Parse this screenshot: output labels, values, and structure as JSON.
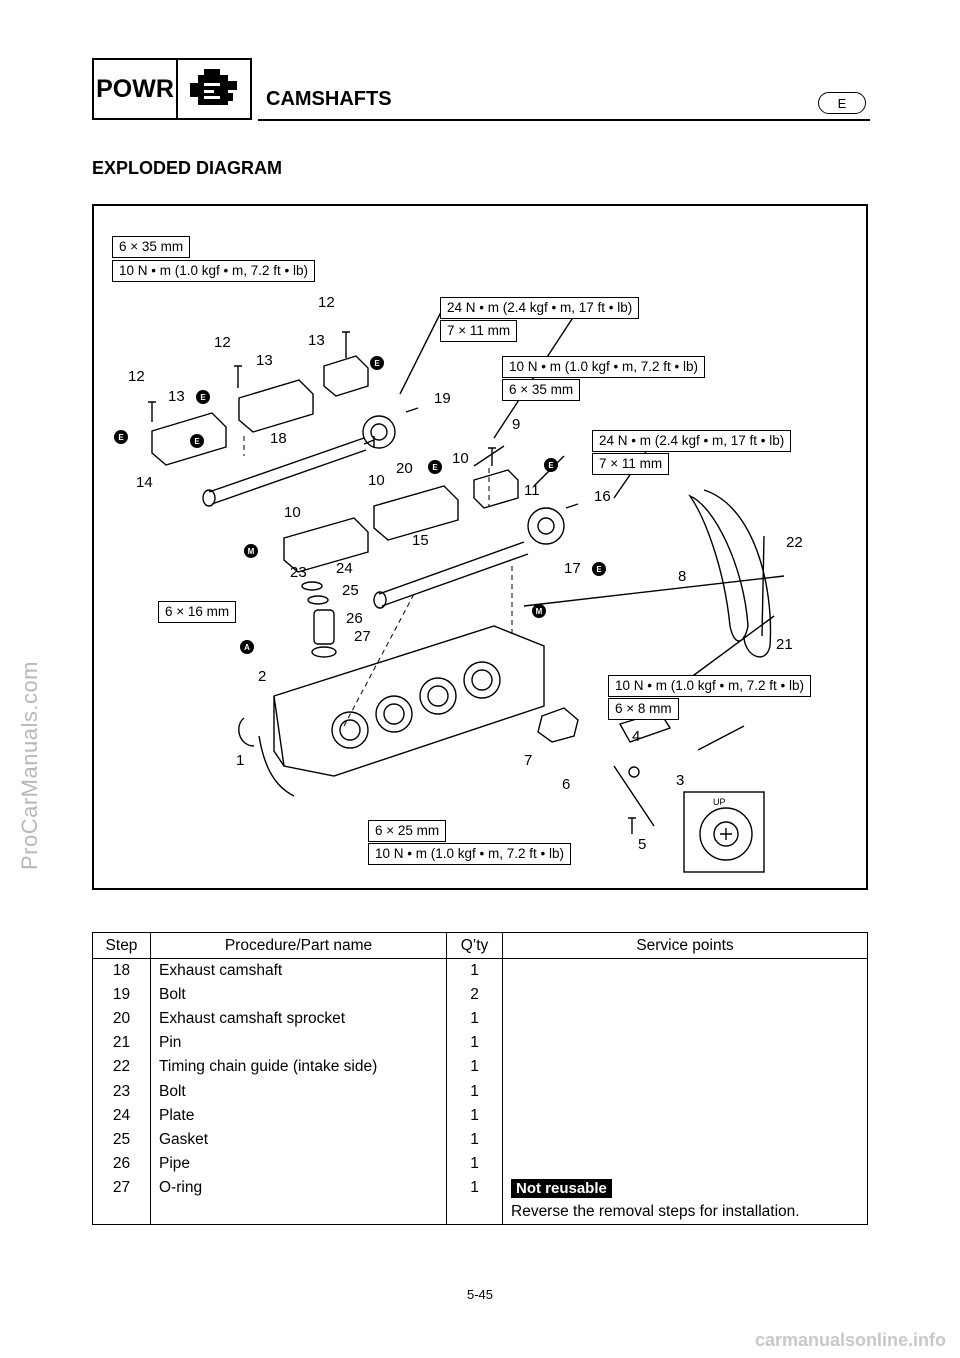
{
  "header": {
    "section_code": "POWR",
    "title": "CAMSHAFTS",
    "language": "E"
  },
  "subheading": "EXPLODED DIAGRAM",
  "diagram": {
    "specs": {
      "s1a": "6 × 35 mm",
      "s1b": "10 N • m (1.0 kgf • m, 7.2 ft • lb)",
      "s2a": "24 N • m (2.4 kgf • m, 17 ft • lb)",
      "s2b": "7 × 11 mm",
      "s3a": "10 N • m (1.0 kgf • m, 7.2 ft • lb)",
      "s3b": "6 × 35 mm",
      "s4a": "24 N • m (2.4 kgf • m, 17 ft • lb)",
      "s4b": "7 × 11 mm",
      "s5": "6 × 16 mm",
      "s6a": "10 N • m (1.0 kgf • m, 7.2 ft • lb)",
      "s6b": "6 × 8 mm",
      "s7a": "6 × 25 mm",
      "s7b": "10 N • m (1.0 kgf • m, 7.2 ft • lb)"
    },
    "callouts": [
      "12",
      "12",
      "12",
      "13",
      "13",
      "13",
      "14",
      "18",
      "20",
      "10",
      "10",
      "10",
      "19",
      "9",
      "11",
      "15",
      "16",
      "17",
      "22",
      "8",
      "21",
      "23",
      "24",
      "25",
      "26",
      "27",
      "2",
      "1",
      "7",
      "6",
      "4",
      "3",
      "5"
    ],
    "marks": [
      "E",
      "E",
      "E",
      "E",
      "E",
      "E",
      "E",
      "M",
      "M",
      "A"
    ],
    "up_label": "UP"
  },
  "table": {
    "headers": [
      "Step",
      "Procedure/Part name",
      "Q’ty",
      "Service points"
    ],
    "rows": [
      {
        "step": "18",
        "name": "Exhaust camshaft",
        "qty": "1",
        "note": ""
      },
      {
        "step": "19",
        "name": "Bolt",
        "qty": "2",
        "note": ""
      },
      {
        "step": "20",
        "name": "Exhaust camshaft sprocket",
        "qty": "1",
        "note": ""
      },
      {
        "step": "21",
        "name": "Pin",
        "qty": "1",
        "note": ""
      },
      {
        "step": "22",
        "name": "Timing chain guide (intake side)",
        "qty": "1",
        "note": ""
      },
      {
        "step": "23",
        "name": "Bolt",
        "qty": "1",
        "note": ""
      },
      {
        "step": "24",
        "name": "Plate",
        "qty": "1",
        "note": ""
      },
      {
        "step": "25",
        "name": "Gasket",
        "qty": "1",
        "note": ""
      },
      {
        "step": "26",
        "name": "Pipe",
        "qty": "1",
        "note": ""
      },
      {
        "step": "27",
        "name": "O-ring",
        "qty": "1",
        "note": "Not reusable"
      }
    ],
    "footer_note": "Reverse the removal steps for installation."
  },
  "page_number": "5-45",
  "side_watermark": "ProCarManuals.com",
  "bottom_watermark": "carmanualsonline.info"
}
